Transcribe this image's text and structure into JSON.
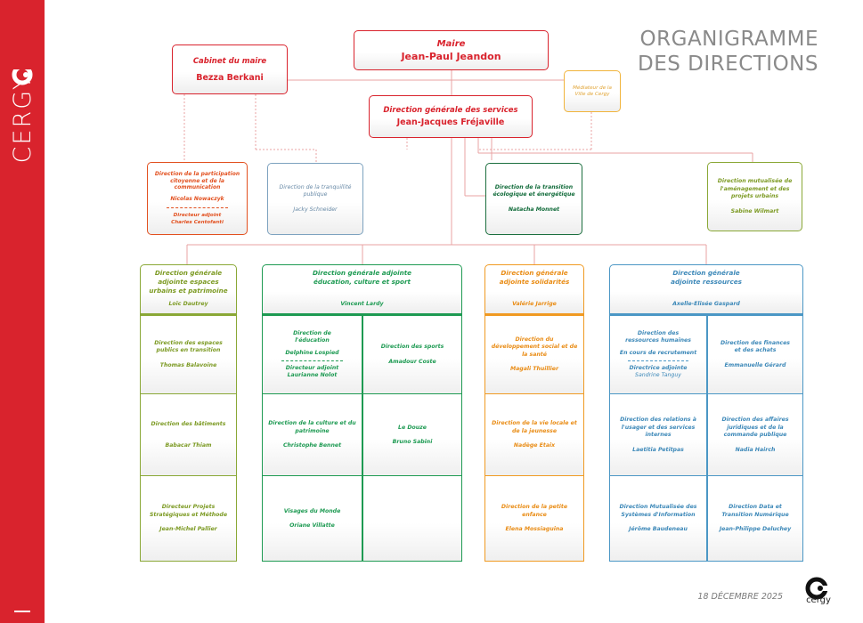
{
  "brand": "CERGY",
  "title": {
    "line1": "ORGANIGRAMME",
    "line2": "DES DIRECTIONS"
  },
  "date": "18 DÉCEMBRE 2025",
  "logo_text": "cergy",
  "colors": {
    "red": "#d9232d",
    "orange": "#e2501f",
    "blue_gray": "#7da2bf",
    "dark_green": "#1c6f3f",
    "olive": "#8aa836",
    "green": "#1e9a52",
    "amber": "#f09a22",
    "yellow": "#f1b43c",
    "cyan": "#4b97c5"
  },
  "mayor": {
    "title": "Maire",
    "name": "Jean-Paul Jeandon"
  },
  "cabinet": {
    "title": "Cabinet du maire",
    "name": "Bezza Berkani"
  },
  "mediateur": {
    "title": "Médiateur de la Ville de Cergy"
  },
  "dgs": {
    "title": "Direction générale des services",
    "name": "Jean-Jacques Fréjaville"
  },
  "participation": {
    "title": "Direction de la participation citoyenne et de la communication",
    "name": "Nicolas Nowaczyk",
    "sub_title": "Directeur adjoint",
    "sub_name": "Charles Centofanti"
  },
  "tranquillite": {
    "title": "Direction de la tranquillité publique",
    "name": "Jacky Schneider"
  },
  "transition": {
    "title": "Direction de la transition écologique et énergétique",
    "name": "Natacha Monnet"
  },
  "amenagement": {
    "title": "Direction mutualisée de l'aménagement et des projets urbains",
    "name": "Sabine Wilmart"
  },
  "dga_espaces": {
    "title": "Direction générale adjointe espaces urbains et patrimoine",
    "name": "Loïc Dautrey",
    "cells": [
      {
        "title": "Direction des espaces publics en transition",
        "name": "Thomas Balavoine"
      },
      {
        "title": "Direction des bâtiments",
        "name": "Babacar Thiam"
      },
      {
        "title": "Directeur Projets Stratégiques et Méthode",
        "name": "Jean-Michel Pallier"
      }
    ]
  },
  "dga_education": {
    "title": "Direction générale adjointe éducation, culture et sport",
    "name": "Vincent Lardy",
    "cells": [
      {
        "title": "Direction de l'éducation",
        "name": "Delphine Lospied",
        "sub_title": "Directeur adjoint",
        "sub_name": "Laurianne Nolot"
      },
      {
        "title": "Direction des sports",
        "name": "Amadour Coste"
      },
      {
        "title": "Direction de la culture et du patrimoine",
        "name": "Christophe Bennet"
      },
      {
        "title": "Le Douze",
        "name": "Bruno Sabini"
      },
      {
        "title": "Visages du Monde",
        "name": "Oriane Villatte"
      }
    ]
  },
  "dga_solidarites": {
    "title": "Direction générale adjointe solidarités",
    "name": "Valérie Jarrige",
    "cells": [
      {
        "title": "Direction du développement social et de la santé",
        "name": "Magali Thuillier"
      },
      {
        "title": "Direction de la vie locale et de la jeunesse",
        "name": "Nadège Etaix"
      },
      {
        "title": "Direction de la petite enfance",
        "name": "Elena Mossiaguina"
      }
    ]
  },
  "dga_ressources": {
    "title": "Direction générale adjointe ressources",
    "name": "Axelle-Elisée Gaspard",
    "cells": [
      {
        "title": "Direction des ressources humaines",
        "name": "En cours de recrutement",
        "sub_title": "Directrice adjointe",
        "sub_name": "Sandrine Tanguy"
      },
      {
        "title": "Direction des finances et des achats",
        "name": "Emmanuelle Gérard"
      },
      {
        "title": "Direction des relations à l'usager et des services internes",
        "name": "Laetitia Petitpas"
      },
      {
        "title": "Direction des affaires juridiques et de la commande publique",
        "name": "Nadia Hairch"
      },
      {
        "title": "Direction Mutualisée des Systèmes d'Information",
        "name": "Jérôme Baudeneau"
      },
      {
        "title": "Direction Data et Transition Numérique",
        "name": "Jean-Philippe Deluchey"
      }
    ]
  }
}
